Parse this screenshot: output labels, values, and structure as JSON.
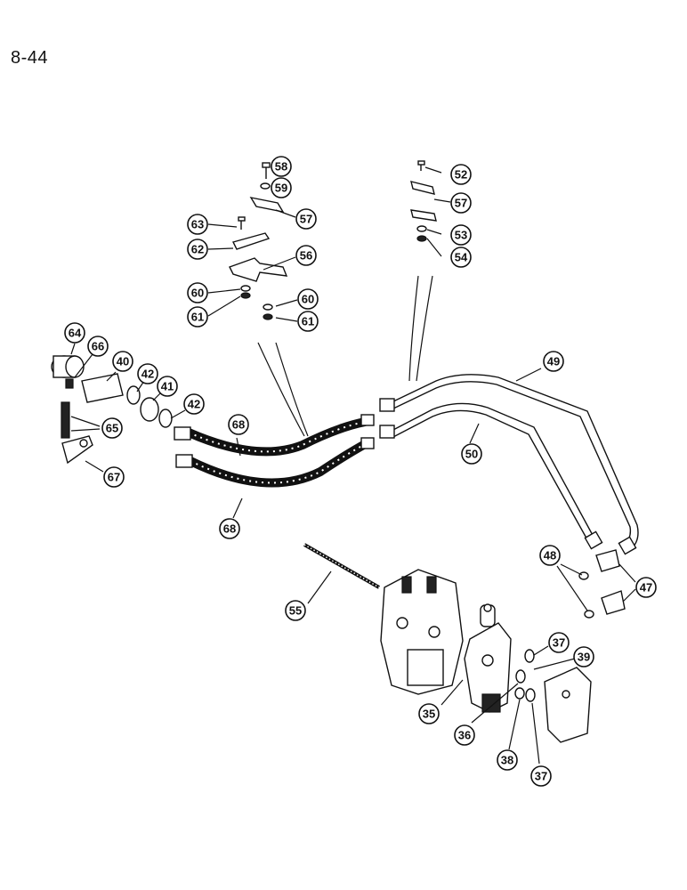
{
  "page": {
    "number": "8-44"
  },
  "callouts": [
    {
      "id": "c58",
      "label": "58"
    },
    {
      "id": "c59",
      "label": "59"
    },
    {
      "id": "c57a",
      "label": "57"
    },
    {
      "id": "c63",
      "label": "63"
    },
    {
      "id": "c62",
      "label": "62"
    },
    {
      "id": "c56",
      "label": "56"
    },
    {
      "id": "c60a",
      "label": "60"
    },
    {
      "id": "c61a",
      "label": "61"
    },
    {
      "id": "c60b",
      "label": "60"
    },
    {
      "id": "c61b",
      "label": "61"
    },
    {
      "id": "c52",
      "label": "52"
    },
    {
      "id": "c57b",
      "label": "57"
    },
    {
      "id": "c53",
      "label": "53"
    },
    {
      "id": "c54",
      "label": "54"
    },
    {
      "id": "c64",
      "label": "64"
    },
    {
      "id": "c66",
      "label": "66"
    },
    {
      "id": "c40",
      "label": "40"
    },
    {
      "id": "c42a",
      "label": "42"
    },
    {
      "id": "c41",
      "label": "41"
    },
    {
      "id": "c42b",
      "label": "42"
    },
    {
      "id": "c65",
      "label": "65"
    },
    {
      "id": "c67",
      "label": "67"
    },
    {
      "id": "c68a",
      "label": "68"
    },
    {
      "id": "c68b",
      "label": "68"
    },
    {
      "id": "c49",
      "label": "49"
    },
    {
      "id": "c50",
      "label": "50"
    },
    {
      "id": "c48",
      "label": "48"
    },
    {
      "id": "c47",
      "label": "47"
    },
    {
      "id": "c55",
      "label": "55"
    },
    {
      "id": "c37a",
      "label": "37"
    },
    {
      "id": "c39",
      "label": "39"
    },
    {
      "id": "c35",
      "label": "35"
    },
    {
      "id": "c36",
      "label": "36"
    },
    {
      "id": "c38",
      "label": "38"
    },
    {
      "id": "c37b",
      "label": "37"
    }
  ]
}
